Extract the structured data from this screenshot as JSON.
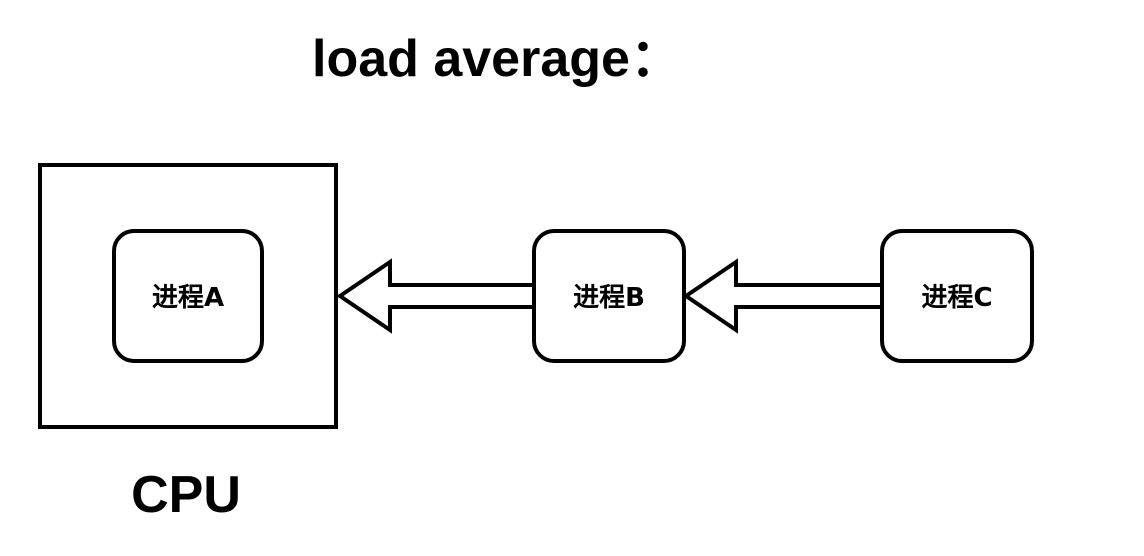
{
  "title": "load average：",
  "cpu": {
    "label": "CPU"
  },
  "processes": [
    {
      "label": "进程A"
    },
    {
      "label": "进程B"
    },
    {
      "label": "进程C"
    }
  ],
  "colors": {
    "stroke": "#000000",
    "fill": "#ffffff"
  }
}
